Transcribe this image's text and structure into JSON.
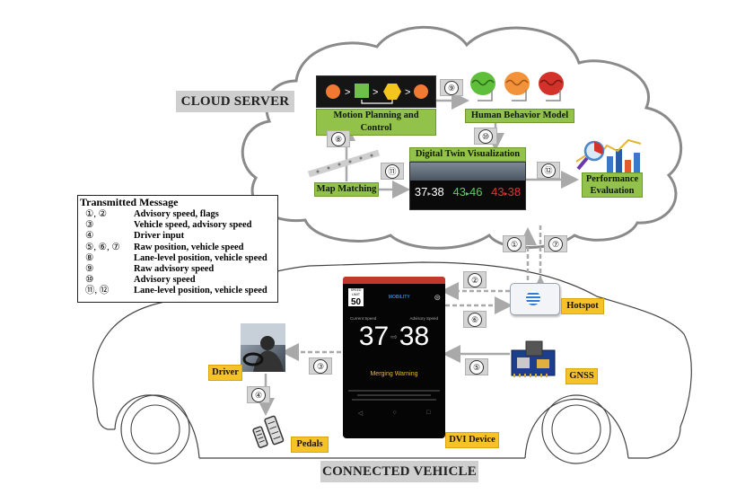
{
  "cloud_label": "CLOUD SERVER",
  "vehicle_label": "CONNECTED VEHICLE",
  "cloud_modules": {
    "motion": "Motion Planning and Control",
    "human": "Human Behavior Model",
    "twin": "Digital Twin Visualization",
    "matching": "Map Matching",
    "performance": "Performance Evaluation"
  },
  "twin_readouts": [
    {
      "a": "37",
      "b": "38",
      "color": "#ffffff"
    },
    {
      "a": "43",
      "b": "46",
      "color": "#4bd35a"
    },
    {
      "a": "43",
      "b": "38",
      "color": "#e8322b"
    }
  ],
  "message_box": {
    "title": "Transmitted Message",
    "rows": [
      {
        "key": "①, ②",
        "value": "Advisory speed, flags"
      },
      {
        "key": "③",
        "value": "Vehicle speed, advisory speed"
      },
      {
        "key": "④",
        "value": "Driver input"
      },
      {
        "key": "⑤, ⑥, ⑦",
        "value": "Raw position, vehicle speed"
      },
      {
        "key": "⑧",
        "value": "Lane-level position, vehicle speed"
      },
      {
        "key": "⑨",
        "value": "Raw advisory speed"
      },
      {
        "key": "⑩",
        "value": "Advisory speed"
      },
      {
        "key": "⑪, ⑫",
        "value": "Lane-level position, vehicle speed"
      }
    ]
  },
  "arrow_numbers": {
    "n1": "①",
    "n2": "②",
    "n3": "③",
    "n4": "④",
    "n5": "⑤",
    "n6": "⑥",
    "n7": "⑦",
    "n8": "⑧",
    "n9": "⑨",
    "n10": "⑩",
    "n11": "⑪",
    "n12": "⑫"
  },
  "vehicle_components": {
    "hotspot": "Hotspot",
    "gnss": "GNSS",
    "driver": "Driver",
    "pedals": "Pedals",
    "dvi": "DVI Device"
  },
  "dvi_screen": {
    "speed_limit_top": "SPEED LIMIT",
    "speed_limit": "50",
    "brand_left": "MOBILITY",
    "current_speed": "37",
    "advisory_speed": "38",
    "current_label": "Current Speed",
    "advisory_label": "Advisory Speed",
    "warning": "Merging Warning"
  },
  "colors": {
    "green_label": "#93c24b",
    "yellow_label": "#f6c22a",
    "grey_label": "#cfcfcf",
    "arrow": "#a9a9a9"
  }
}
